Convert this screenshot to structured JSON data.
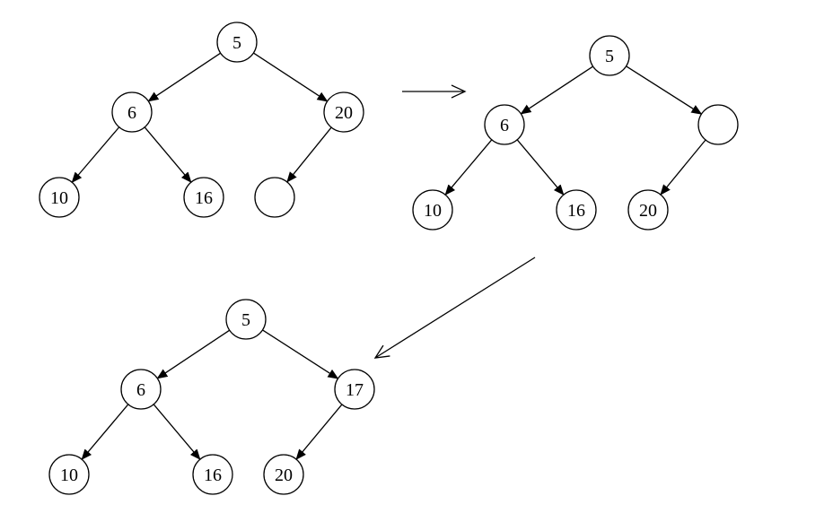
{
  "trees": [
    {
      "nodes": [
        {
          "id": "root",
          "label": "5"
        },
        {
          "id": "left",
          "label": "6"
        },
        {
          "id": "right",
          "label": "20"
        },
        {
          "id": "left-left",
          "label": "10"
        },
        {
          "id": "left-right",
          "label": "16"
        },
        {
          "id": "right-left",
          "label": ""
        }
      ],
      "edges": [
        [
          "root",
          "left"
        ],
        [
          "root",
          "right"
        ],
        [
          "left",
          "left-left"
        ],
        [
          "left",
          "left-right"
        ],
        [
          "right",
          "right-left"
        ]
      ]
    },
    {
      "nodes": [
        {
          "id": "root",
          "label": "5"
        },
        {
          "id": "left",
          "label": "6"
        },
        {
          "id": "right",
          "label": ""
        },
        {
          "id": "left-left",
          "label": "10"
        },
        {
          "id": "left-right",
          "label": "16"
        },
        {
          "id": "right-left",
          "label": "20"
        }
      ],
      "edges": [
        [
          "root",
          "left"
        ],
        [
          "root",
          "right"
        ],
        [
          "left",
          "left-left"
        ],
        [
          "left",
          "left-right"
        ],
        [
          "right",
          "right-left"
        ]
      ]
    },
    {
      "nodes": [
        {
          "id": "root",
          "label": "5"
        },
        {
          "id": "left",
          "label": "6"
        },
        {
          "id": "right",
          "label": "17"
        },
        {
          "id": "left-left",
          "label": "10"
        },
        {
          "id": "left-right",
          "label": "16"
        },
        {
          "id": "right-left",
          "label": "20"
        }
      ],
      "edges": [
        [
          "root",
          "left"
        ],
        [
          "root",
          "right"
        ],
        [
          "left",
          "left-left"
        ],
        [
          "left",
          "left-right"
        ],
        [
          "right",
          "right-left"
        ]
      ]
    }
  ],
  "transitions": [
    {
      "from": 0,
      "to": 1
    },
    {
      "from": 1,
      "to": 2
    }
  ]
}
